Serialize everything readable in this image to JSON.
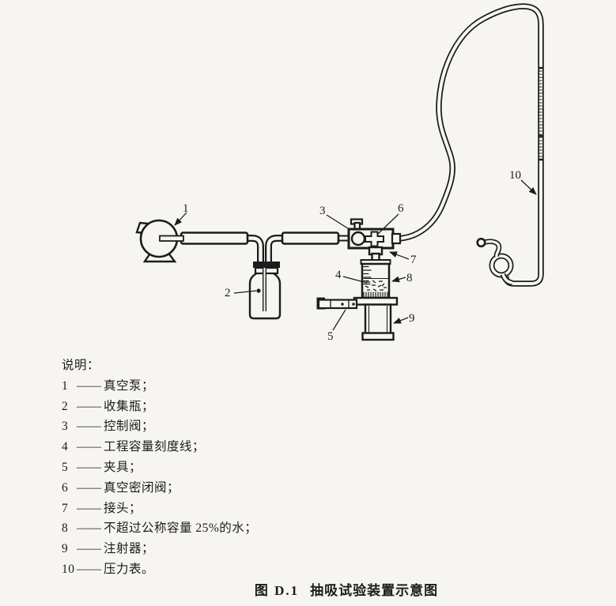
{
  "page": {
    "background": "#f6f5f2",
    "ink": "#1c1c1c"
  },
  "diagram": {
    "callout_labels": [
      "1",
      "2",
      "3",
      "4",
      "5",
      "6",
      "7",
      "8",
      "9",
      "10"
    ],
    "parts": {
      "1": "vacuum-pump",
      "2": "collection-bottle",
      "3": "control-valve",
      "4": "engineering-capacity-scale-line",
      "5": "clamp",
      "6": "vacuum-seal-valve",
      "7": "joint",
      "8": "water-not-exceeding-25-percent-nominal-capacity",
      "9": "syringe",
      "10": "pressure-gauge"
    }
  },
  "legend": {
    "title": "说明：",
    "dash": "——",
    "items": [
      {
        "no": "1",
        "term": "真空泵；"
      },
      {
        "no": "2",
        "term": "收集瓶；"
      },
      {
        "no": "3",
        "term": "控制阀；"
      },
      {
        "no": "4",
        "term": "工程容量刻度线；"
      },
      {
        "no": "5",
        "term": "夹具；"
      },
      {
        "no": "6",
        "term": "真空密闭阀；"
      },
      {
        "no": "7",
        "term": "接头；"
      },
      {
        "no": "8",
        "term": "不超过公称容量 25%的水；"
      },
      {
        "no": "9",
        "term": "注射器；"
      },
      {
        "no": "10",
        "term": "压力表。"
      }
    ]
  },
  "caption": {
    "figure_no": "图 D.1",
    "title": "抽吸试验装置示意图"
  }
}
